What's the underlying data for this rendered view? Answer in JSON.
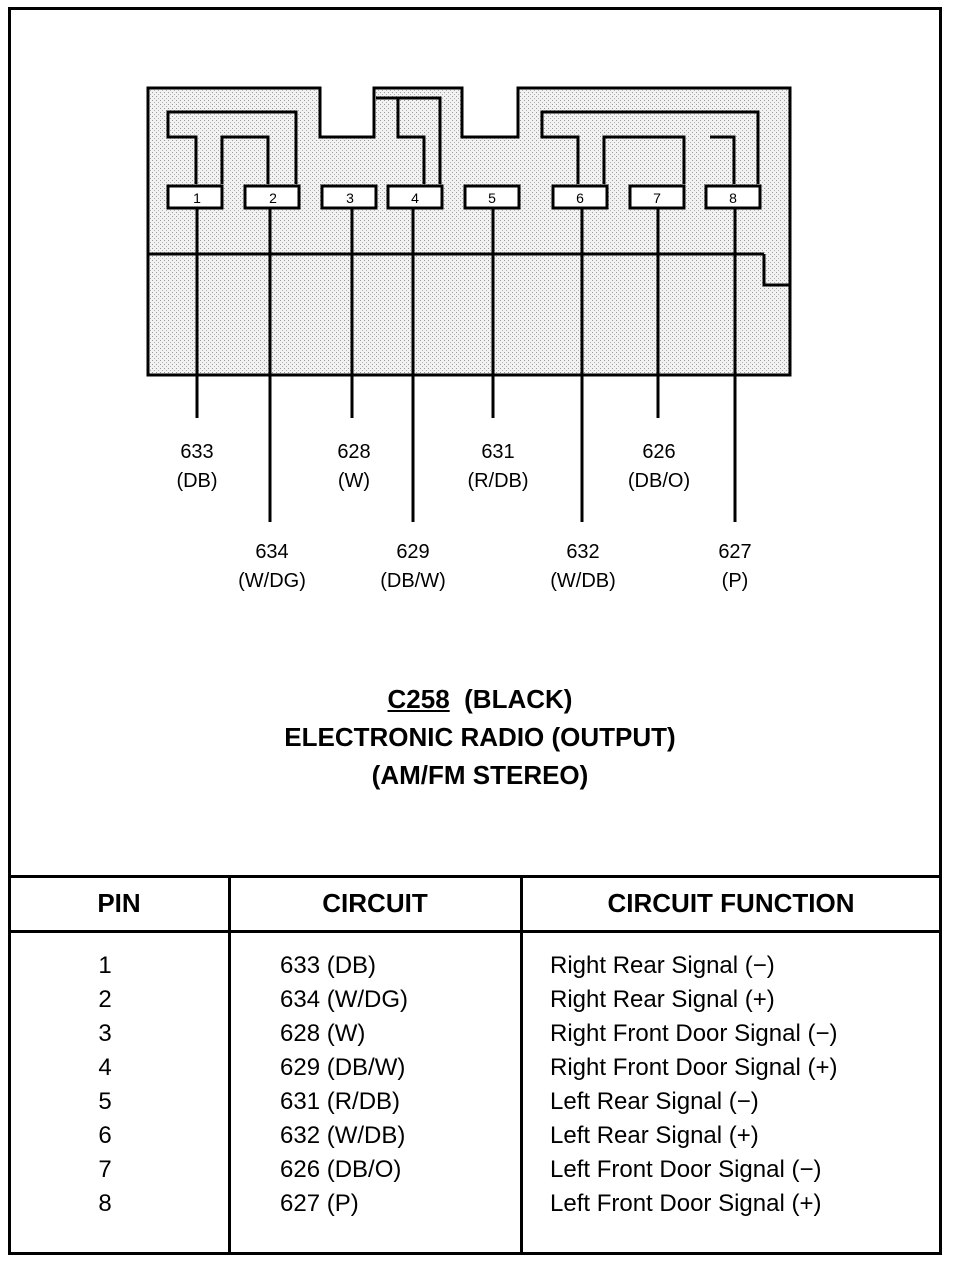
{
  "connector": {
    "id": "C258",
    "color": "(BLACK)",
    "name": "ELECTRONIC RADIO (OUTPUT)",
    "subtitle": "(AM/FM STEREO)"
  },
  "pins": [
    {
      "pin": "1",
      "circuit": "633",
      "wire_color": "(DB)",
      "function": "Right Rear Signal (−)"
    },
    {
      "pin": "2",
      "circuit": "634",
      "wire_color": "(W/DG)",
      "function": "Right Rear Signal (+)"
    },
    {
      "pin": "3",
      "circuit": "628",
      "wire_color": "(W)",
      "function": "Right Front Door Signal (−)"
    },
    {
      "pin": "4",
      "circuit": "629",
      "wire_color": "(DB/W)",
      "function": "Right Front Door Signal (+)"
    },
    {
      "pin": "5",
      "circuit": "631",
      "wire_color": "(R/DB)",
      "function": "Left Rear Signal (−)"
    },
    {
      "pin": "6",
      "circuit": "632",
      "wire_color": "(W/DB)",
      "function": "Left Rear Signal (+)"
    },
    {
      "pin": "7",
      "circuit": "626",
      "wire_color": "(DB/O)",
      "function": "Left Front Door Signal (−)"
    },
    {
      "pin": "8",
      "circuit": "627",
      "wire_color": "(P)",
      "function": "Left Front Door Signal (+)"
    }
  ],
  "table": {
    "headers": [
      "PIN",
      "CIRCUIT",
      "CIRCUIT FUNCTION"
    ],
    "rows": [
      [
        "1",
        "633 (DB)",
        "Right Rear Signal (−)"
      ],
      [
        "2",
        "634 (W/DG)",
        "Right Rear Signal (+)"
      ],
      [
        "3",
        "628 (W)",
        "Right Front Door Signal (−)"
      ],
      [
        "4",
        "629 (DB/W)",
        "Right Front Door Signal (+)"
      ],
      [
        "5",
        "631 (R/DB)",
        "Left Rear Signal (−)"
      ],
      [
        "6",
        "632 (W/DB)",
        "Left Rear Signal (+)"
      ],
      [
        "7",
        "626 (DB/O)",
        "Left Front Door Signal (−)"
      ],
      [
        "8",
        "627 (P)",
        "Left Front Door Signal (+)"
      ]
    ]
  },
  "colors": {
    "ink": "#000000",
    "shade": "#e6e6e6",
    "paper": "#ffffff"
  }
}
